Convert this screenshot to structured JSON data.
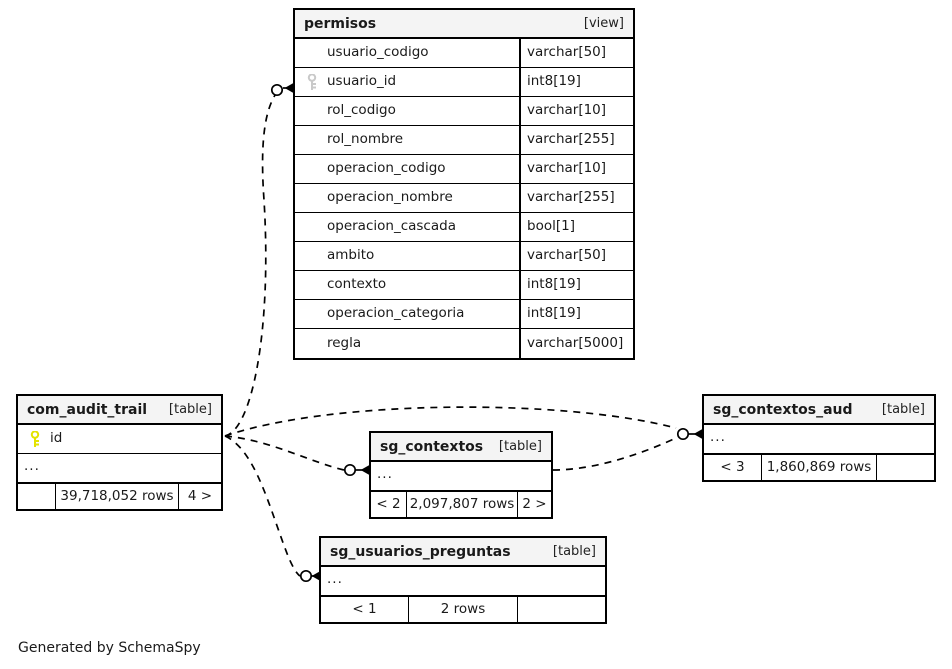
{
  "diagram": {
    "generator_note": "Generated by SchemaSpy",
    "entities": [
      {
        "id": "permisos",
        "name": "permisos",
        "kind": "[view]",
        "columns": [
          {
            "key": false,
            "name": "usuario_codigo",
            "type": "varchar[50]"
          },
          {
            "key": true,
            "key_color": "#c9c9c9",
            "name": "usuario_id",
            "type": "int8[19]"
          },
          {
            "key": false,
            "name": "rol_codigo",
            "type": "varchar[10]"
          },
          {
            "key": false,
            "name": "rol_nombre",
            "type": "varchar[255]"
          },
          {
            "key": false,
            "name": "operacion_codigo",
            "type": "varchar[10]"
          },
          {
            "key": false,
            "name": "operacion_nombre",
            "type": "varchar[255]"
          },
          {
            "key": false,
            "name": "operacion_cascada",
            "type": "bool[1]"
          },
          {
            "key": false,
            "name": "ambito",
            "type": "varchar[50]"
          },
          {
            "key": false,
            "name": "contexto",
            "type": "int8[19]"
          },
          {
            "key": false,
            "name": "operacion_categoria",
            "type": "int8[19]"
          },
          {
            "key": false,
            "name": "regla",
            "type": "varchar[5000]"
          }
        ]
      },
      {
        "id": "com_audit_trail",
        "name": "com_audit_trail",
        "kind": "[table]",
        "columns": [
          {
            "key": true,
            "key_color": "#e3e300",
            "name": "id",
            "type": ""
          }
        ],
        "ellipsis": "...",
        "footer": {
          "left": "",
          "mid": "39,718,052 rows",
          "right": "4 >"
        }
      },
      {
        "id": "sg_contextos",
        "name": "sg_contextos",
        "kind": "[table]",
        "columns": [],
        "ellipsis": "...",
        "footer": {
          "left": "< 2",
          "mid": "2,097,807 rows",
          "right": "2 >"
        }
      },
      {
        "id": "sg_contextos_aud",
        "name": "sg_contextos_aud",
        "kind": "[table]",
        "columns": [],
        "ellipsis": "...",
        "footer": {
          "left": "< 3",
          "mid": "1,860,869 rows",
          "right": ""
        }
      },
      {
        "id": "sg_usuarios_preguntas",
        "name": "sg_usuarios_preguntas",
        "kind": "[table]",
        "columns": [],
        "ellipsis": "...",
        "footer": {
          "left": "< 1",
          "mid": "2 rows",
          "right": ""
        }
      }
    ],
    "relationships": [
      {
        "from": "com_audit_trail",
        "to": "permisos",
        "style": "dashed",
        "optional": true
      },
      {
        "from": "com_audit_trail",
        "to": "sg_contextos",
        "style": "dashed",
        "optional": true
      },
      {
        "from": "com_audit_trail",
        "to": "sg_contextos_aud",
        "style": "dashed",
        "optional": true
      },
      {
        "from": "com_audit_trail",
        "to": "sg_usuarios_preguntas",
        "style": "dashed",
        "optional": true
      },
      {
        "from": "sg_contextos",
        "to": "sg_contextos_aud",
        "style": "dashed",
        "optional": true
      }
    ],
    "colors": {
      "background": "#ffffff",
      "border": "#000000",
      "header_fill": "#f4f4f4",
      "primary_key": "#e3e300",
      "implied_key": "#c9c9c9",
      "edge": "#000000"
    }
  }
}
